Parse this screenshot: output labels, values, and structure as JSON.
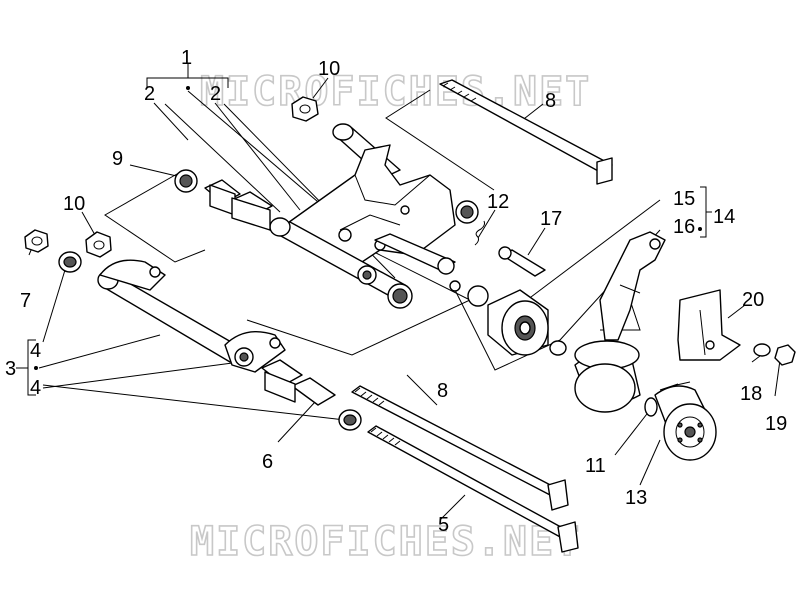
{
  "watermark": "MICROFICHES.NET",
  "callouts": [
    {
      "id": "c1",
      "text": "1"
    },
    {
      "id": "c2a",
      "text": "2"
    },
    {
      "id": "c2b",
      "text": "2"
    },
    {
      "id": "c10a",
      "text": "10"
    },
    {
      "id": "c8a",
      "text": "8"
    },
    {
      "id": "c9",
      "text": "9"
    },
    {
      "id": "c10b",
      "text": "10"
    },
    {
      "id": "c7",
      "text": "7"
    },
    {
      "id": "c12",
      "text": "12"
    },
    {
      "id": "c15",
      "text": "15"
    },
    {
      "id": "c14",
      "text": "14"
    },
    {
      "id": "c16",
      "text": "16"
    },
    {
      "id": "c17",
      "text": "17"
    },
    {
      "id": "c20",
      "text": "20"
    },
    {
      "id": "c3",
      "text": "3"
    },
    {
      "id": "c4a",
      "text": "4"
    },
    {
      "id": "c4b",
      "text": "4"
    },
    {
      "id": "c18",
      "text": "18"
    },
    {
      "id": "c19",
      "text": "19"
    },
    {
      "id": "c8b",
      "text": "8"
    },
    {
      "id": "c6",
      "text": "6"
    },
    {
      "id": "c11",
      "text": "11"
    },
    {
      "id": "c13",
      "text": "13"
    },
    {
      "id": "c5",
      "text": "5"
    }
  ]
}
